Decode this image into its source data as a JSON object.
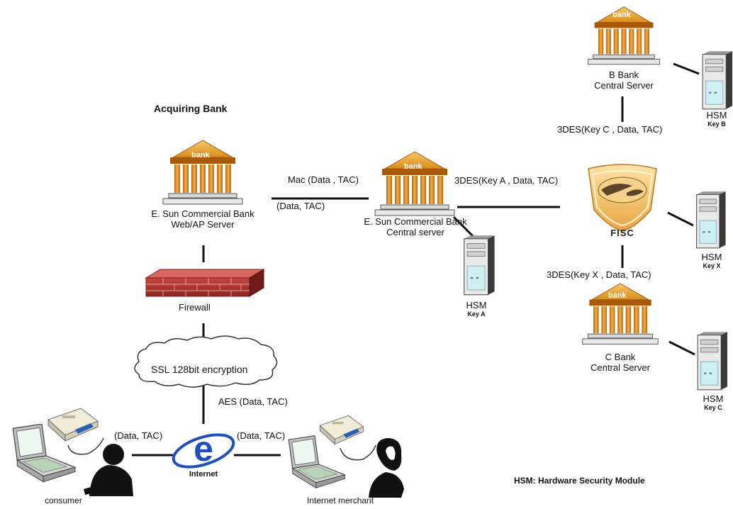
{
  "heading": "Acquiring Bank",
  "legend": "HSM: Hardware Security Module",
  "bank_sign": "bank",
  "nodes": {
    "esun_web_line1": "E. Sun Commercial Bank",
    "esun_web_line2": "Web/AP Server",
    "esun_central_line1": "E. Sun Commercial Bank",
    "esun_central_line2": "Central server",
    "b_bank_line1": "B Bank",
    "b_bank_line2": "Central Server",
    "c_bank_line1": "C Bank",
    "c_bank_line2": "Central Server",
    "fisc": "FISC",
    "firewall": "Firewall",
    "ssl": "SSL 128bit encryption",
    "internet": "Internet",
    "consumer": "consumer",
    "merchant": "Internet merchant"
  },
  "hsm": {
    "label": "HSM",
    "key_a": "Key A",
    "key_b": "Key B",
    "key_x": "Key X",
    "key_c": "Key C"
  },
  "edges": {
    "mac": "Mac (Data , TAC)",
    "data_tac_web": "(Data, TAC)",
    "des_key_a": "3DES(Key A , Data, TAC)",
    "des_key_c": "3DES(Key C , Data, TAC)",
    "des_key_x": "3DES(Key X , Data, TAC)",
    "aes": "AES (Data, TAC)",
    "consumer_data": "(Data, TAC)",
    "merchant_data": "(Data, TAC)"
  }
}
